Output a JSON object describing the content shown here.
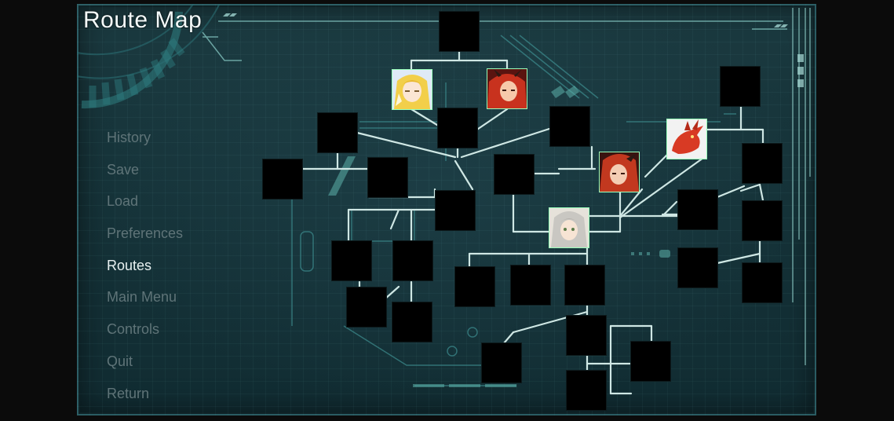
{
  "screen": {
    "title": "Route Map"
  },
  "menu": {
    "items": [
      {
        "label": "History",
        "active": false
      },
      {
        "label": "Save",
        "active": false
      },
      {
        "label": "Load",
        "active": false
      },
      {
        "label": "Preferences",
        "active": false
      },
      {
        "label": "Routes",
        "active": true
      },
      {
        "label": "Main Menu",
        "active": false
      },
      {
        "label": "Controls",
        "active": false
      },
      {
        "label": "Quit",
        "active": false
      },
      {
        "label": "Return",
        "active": false
      }
    ]
  },
  "colors": {
    "line": "#cfe7e4",
    "accent": "#4fb8b0",
    "menu_inactive": "#5f7478",
    "menu_active": "#e8f1f1",
    "locked_node": "#000000"
  },
  "route_nodes": [
    {
      "id": "n-top",
      "state": "locked"
    },
    {
      "id": "n-blonde",
      "state": "unlocked",
      "portrait": "blonde-character-icon"
    },
    {
      "id": "n-red-horned",
      "state": "unlocked",
      "portrait": "red-haired-horned-character-icon"
    },
    {
      "id": "n-center-top",
      "state": "locked"
    },
    {
      "id": "n-mid-upper",
      "state": "locked"
    },
    {
      "id": "n-left-a",
      "state": "locked"
    },
    {
      "id": "n-left-b",
      "state": "locked"
    },
    {
      "id": "n-left-c",
      "state": "locked"
    },
    {
      "id": "n-center-a",
      "state": "locked"
    },
    {
      "id": "n-center-b",
      "state": "locked"
    },
    {
      "id": "n-red-hair",
      "state": "unlocked",
      "portrait": "red-haired-character-icon"
    },
    {
      "id": "n-dragon",
      "state": "unlocked",
      "portrait": "red-dragon-icon"
    },
    {
      "id": "n-white-hair",
      "state": "unlocked",
      "portrait": "white-haired-character-icon"
    },
    {
      "id": "n-right-top",
      "state": "locked"
    },
    {
      "id": "n-right-1",
      "state": "locked"
    },
    {
      "id": "n-right-2",
      "state": "locked"
    },
    {
      "id": "n-right-3",
      "state": "locked"
    },
    {
      "id": "n-right-4",
      "state": "locked"
    },
    {
      "id": "n-right-5",
      "state": "locked"
    },
    {
      "id": "n-low-a",
      "state": "locked"
    },
    {
      "id": "n-low-b",
      "state": "locked"
    },
    {
      "id": "n-low-c",
      "state": "locked"
    },
    {
      "id": "n-low-d",
      "state": "locked"
    },
    {
      "id": "n-low-e",
      "state": "locked"
    },
    {
      "id": "n-low-f",
      "state": "locked"
    },
    {
      "id": "n-low-g",
      "state": "locked"
    },
    {
      "id": "n-low-h",
      "state": "locked"
    },
    {
      "id": "n-low-i",
      "state": "locked"
    },
    {
      "id": "n-low-j",
      "state": "locked"
    },
    {
      "id": "n-low-k",
      "state": "locked"
    }
  ]
}
